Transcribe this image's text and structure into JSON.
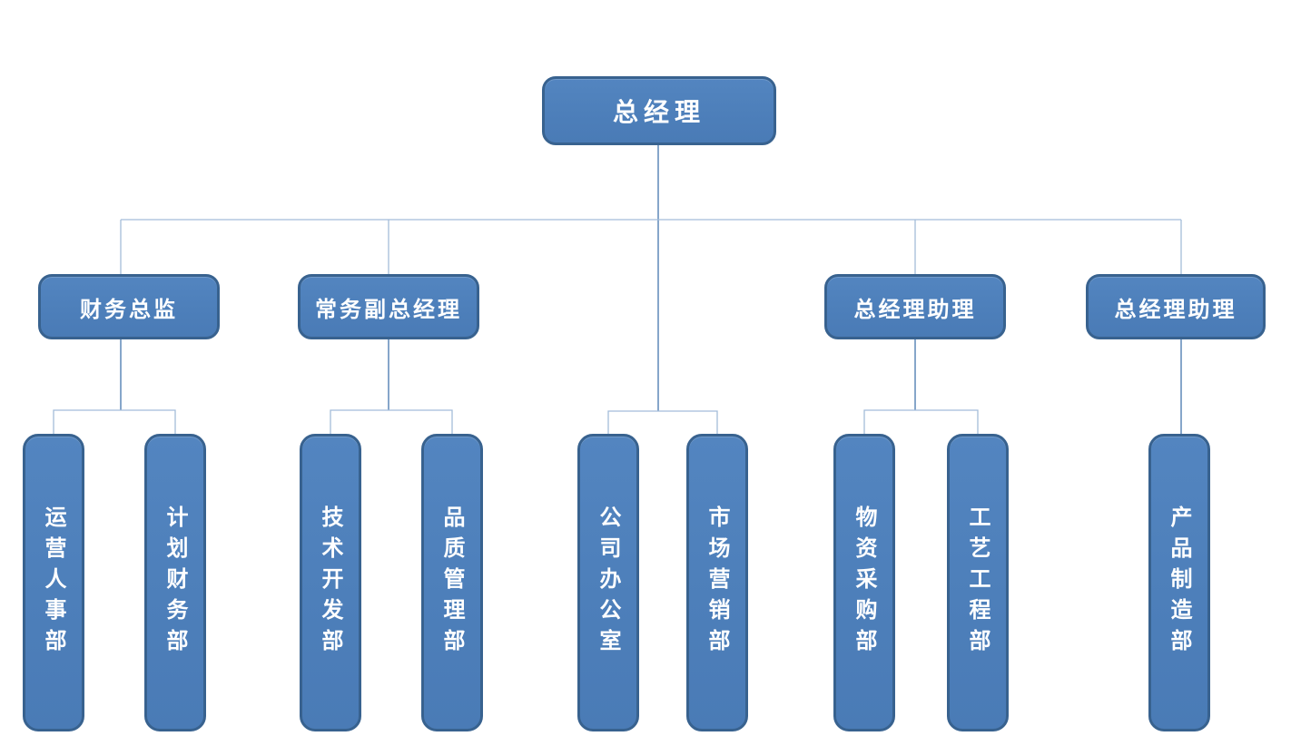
{
  "org": {
    "root": {
      "label": "总经理"
    },
    "managers": [
      {
        "label": "财务总监"
      },
      {
        "label": "常务副总经理"
      },
      {
        "label": "总经理助理"
      },
      {
        "label": "总经理助理"
      }
    ],
    "departments": [
      {
        "label": "运营人事部"
      },
      {
        "label": "计划财务部"
      },
      {
        "label": "技术开发部"
      },
      {
        "label": "品质管理部"
      },
      {
        "label": "公司办公室"
      },
      {
        "label": "市场营销部"
      },
      {
        "label": "物资采购部"
      },
      {
        "label": "工艺工程部"
      },
      {
        "label": "产品制造部"
      }
    ],
    "edges": [
      {
        "from": "总经理",
        "to": "财务总监"
      },
      {
        "from": "总经理",
        "to": "常务副总经理"
      },
      {
        "from": "总经理",
        "to": "总经理助理(左)"
      },
      {
        "from": "总经理",
        "to": "总经理助理(右)"
      },
      {
        "from": "财务总监",
        "to": "运营人事部"
      },
      {
        "from": "财务总监",
        "to": "计划财务部"
      },
      {
        "from": "常务副总经理",
        "to": "技术开发部"
      },
      {
        "from": "常务副总经理",
        "to": "品质管理部"
      },
      {
        "from": "总经理",
        "to": "公司办公室"
      },
      {
        "from": "总经理",
        "to": "市场营销部"
      },
      {
        "from": "总经理助理(左)",
        "to": "物资采购部"
      },
      {
        "from": "总经理助理(左)",
        "to": "工艺工程部"
      },
      {
        "from": "总经理助理(右)",
        "to": "产品制造部"
      }
    ],
    "colors": {
      "node_fill": "#4f81bd",
      "node_border": "#38628f",
      "node_text": "#ffffff",
      "connector_strong": "#5e88b8",
      "connector_light": "#a3bcd9",
      "background": "#ffffff"
    }
  }
}
